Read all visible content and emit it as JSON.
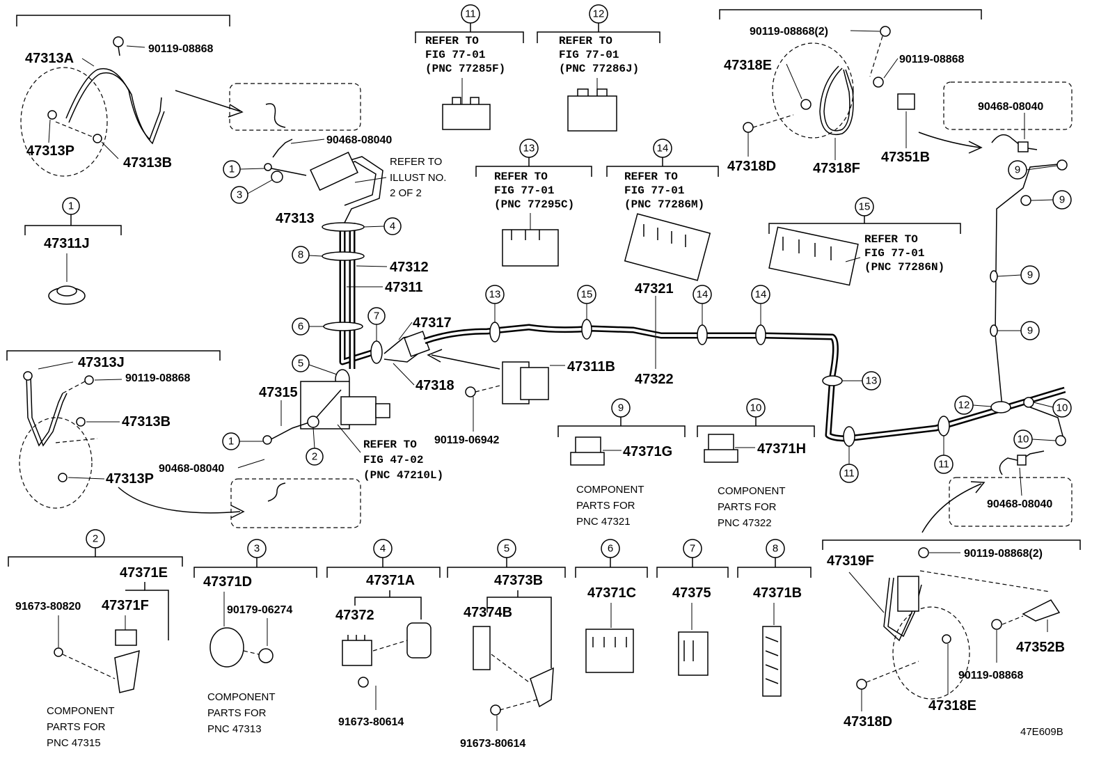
{
  "diagram_code": "47E609B",
  "labels": {
    "p47313A": "47313A",
    "p90119_08868_a": "90119-08868",
    "p47313P_a": "47313P",
    "p47313B_a": "47313B",
    "p90468_08040_a": "90468-08040",
    "p47313": "47313",
    "p47311J": "47311J",
    "p47312": "47312",
    "p47311": "47311",
    "p47317": "47317",
    "p47318": "47318",
    "p47315": "47315",
    "p47313J": "47313J",
    "p90119_08868_b": "90119-08868",
    "p47313B_b": "47313B",
    "p47313P_b": "47313P",
    "p90468_08040_b": "90468-08040",
    "p47311B": "47311B",
    "p90119_06942": "90119-06942",
    "p47321": "47321",
    "p47322": "47322",
    "p90119_08868_2a": "90119-08868(2)",
    "p47318E_a": "47318E",
    "p90119_08868_c": "90119-08868",
    "p47318D_a": "47318D",
    "p47318F": "47318F",
    "p47351B": "47351B",
    "p90468_08040_c": "90468-08040",
    "p90468_08040_d": "90468-08040",
    "p47371G": "47371G",
    "p47371H": "47371H",
    "p47319F": "47319F",
    "p90119_08868_2b": "90119-08868(2)",
    "p47352B": "47352B",
    "p90119_08868_d": "90119-08868",
    "p47318D_b": "47318D",
    "p47318E_b": "47318E",
    "p47371E": "47371E",
    "p91673_80820": "91673-80820",
    "p47371F": "47371F",
    "p47371D": "47371D",
    "p90179_06274": "90179-06274",
    "p47371A": "47371A",
    "p47372": "47372",
    "p91673_80614_a": "91673-80614",
    "p47373B": "47373B",
    "p47374B": "47374B",
    "p91673_80614_b": "91673-80614",
    "p47371C": "47371C",
    "p47375": "47375",
    "p47371B": "47371B"
  },
  "refer_boxes": {
    "r11": [
      "REFER TO",
      "FIG 77-01",
      "(PNC 77285F)"
    ],
    "r12": [
      "REFER TO",
      "FIG 77-01",
      "(PNC 77286J)"
    ],
    "r13": [
      "REFER TO",
      "FIG 77-01",
      "(PNC 77295C)"
    ],
    "r14": [
      "REFER TO",
      "FIG 77-01",
      "(PNC 77286M)"
    ],
    "r15": [
      "REFER TO",
      "FIG 77-01",
      "(PNC 77286N)"
    ],
    "illust": [
      "REFER TO",
      "ILLUST NO.",
      "2 OF 2"
    ],
    "fig47": [
      "REFER TO",
      "FIG 47-02",
      "(PNC 47210L)"
    ]
  },
  "component_notes": {
    "n47321": [
      "COMPONENT",
      "PARTS FOR",
      "PNC 47321"
    ],
    "n47322": [
      "COMPONENT",
      "PARTS FOR",
      "PNC 47322"
    ],
    "n47315": [
      "COMPONENT",
      "PARTS FOR",
      "PNC 47315"
    ],
    "n47313": [
      "COMPONENT",
      "PARTS FOR",
      "PNC 47313"
    ]
  },
  "callouts": {
    "c1": "1",
    "c2": "2",
    "c3": "3",
    "c4": "4",
    "c5": "5",
    "c6": "6",
    "c7": "7",
    "c8": "8",
    "c9": "9",
    "c10": "10",
    "c11": "11",
    "c12": "12",
    "c13": "13",
    "c14": "14",
    "c15": "15"
  }
}
